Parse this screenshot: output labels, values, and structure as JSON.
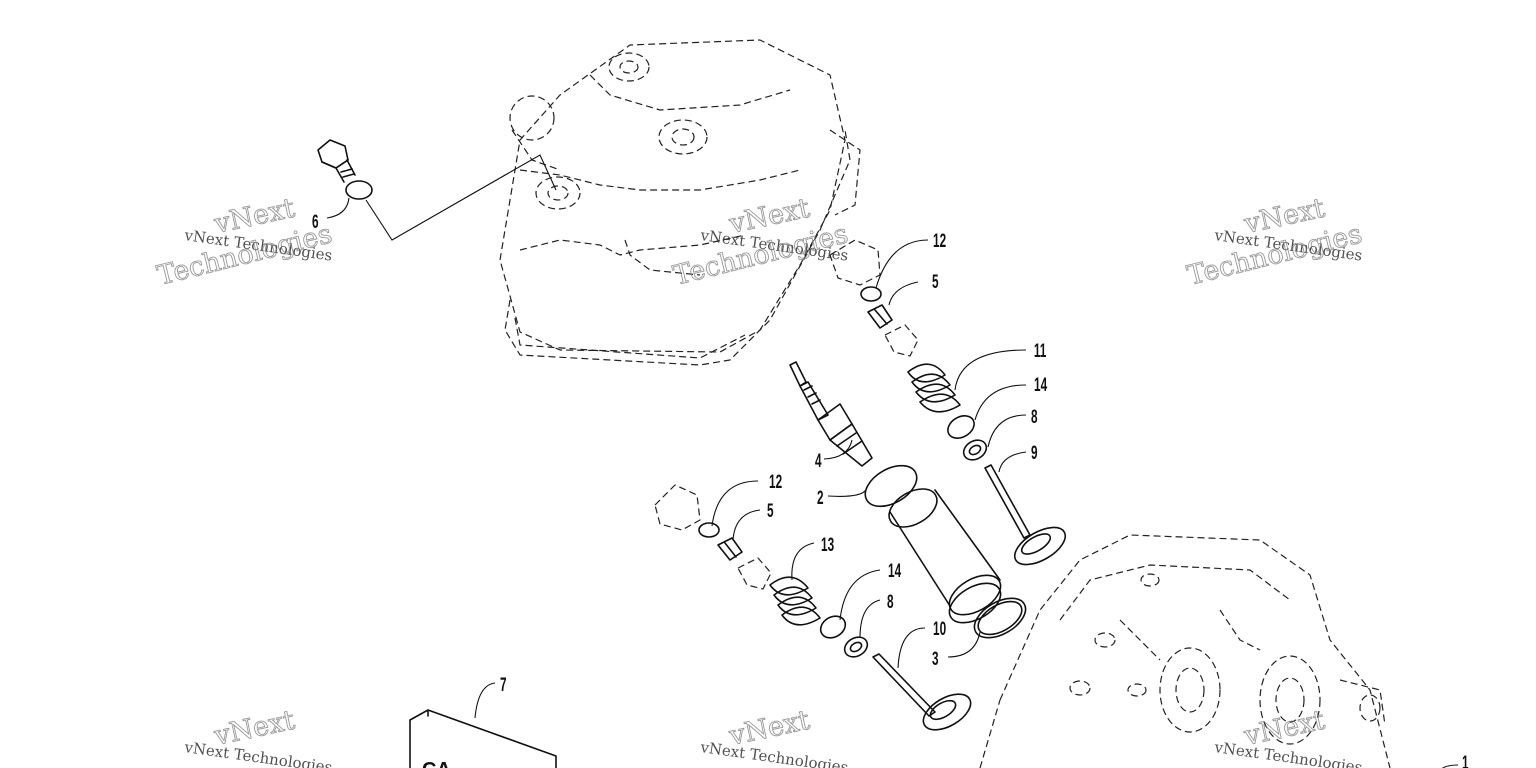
{
  "callouts": {
    "c1": "1",
    "c2": "2",
    "c3": "3",
    "c4": "4",
    "c5a": "5",
    "c5b": "5",
    "c6": "6",
    "c7": "7",
    "c8a": "8",
    "c8b": "8",
    "c9": "9",
    "c10": "10",
    "c11": "11",
    "c12a": "12",
    "c12b": "12",
    "c13": "13",
    "c14a": "14",
    "c14b": "14"
  },
  "watermark": {
    "line1": "vNext",
    "line2": "vNext Technologies",
    "line3": "Technologies"
  },
  "label_box": {
    "text": "CA"
  }
}
